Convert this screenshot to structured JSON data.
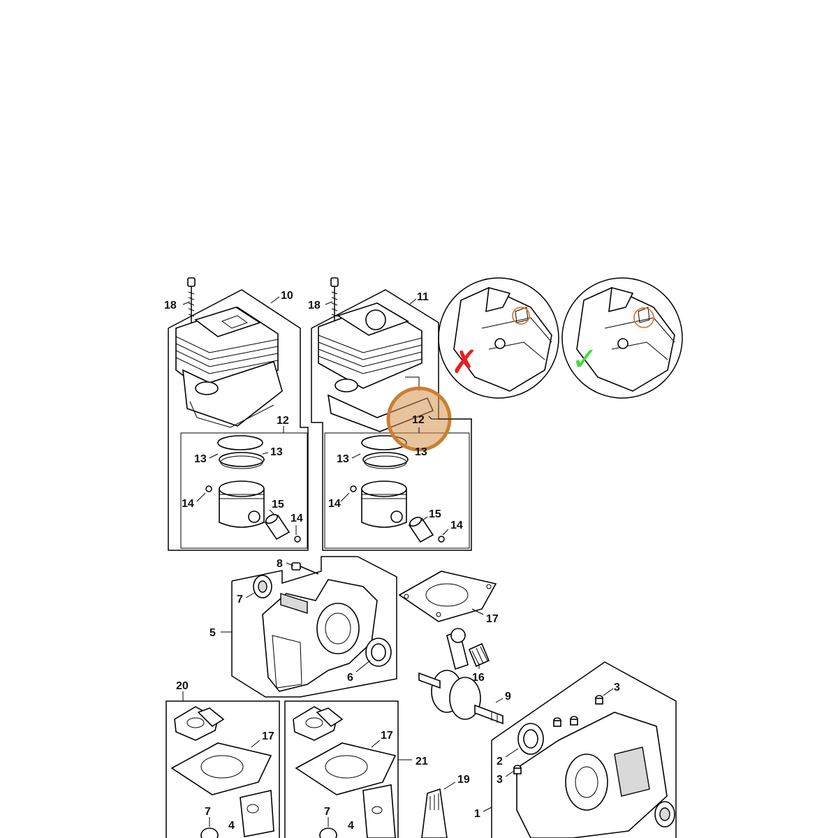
{
  "callouts": {
    "c1": "1",
    "c2": "2",
    "c3a": "3",
    "c3b": "3",
    "c4a": "4",
    "c4b": "4",
    "c5": "5",
    "c6": "6",
    "c7a": "7",
    "c7b": "7",
    "c7c": "7",
    "c8": "8",
    "c9": "9",
    "c10": "10",
    "c11": "11",
    "c12a": "12",
    "c12b": "12",
    "c13a": "13",
    "c13b": "13",
    "c13c": "13",
    "c13d": "13",
    "c14a": "14",
    "c14b": "14",
    "c14c": "14",
    "c14d": "14",
    "c15a": "15",
    "c15b": "15",
    "c16": "16",
    "c17a": "17",
    "c17b": "17",
    "c17c": "17",
    "c18a": "18",
    "c18b": "18",
    "c19": "19",
    "c20": "20",
    "c21": "21"
  },
  "highlight": {
    "color": "#d4944c",
    "label": "12"
  },
  "insets": {
    "wrong": {
      "mark": "✗",
      "color": "#e8201c"
    },
    "correct": {
      "mark": "✓",
      "color": "#3ddc3d"
    }
  }
}
